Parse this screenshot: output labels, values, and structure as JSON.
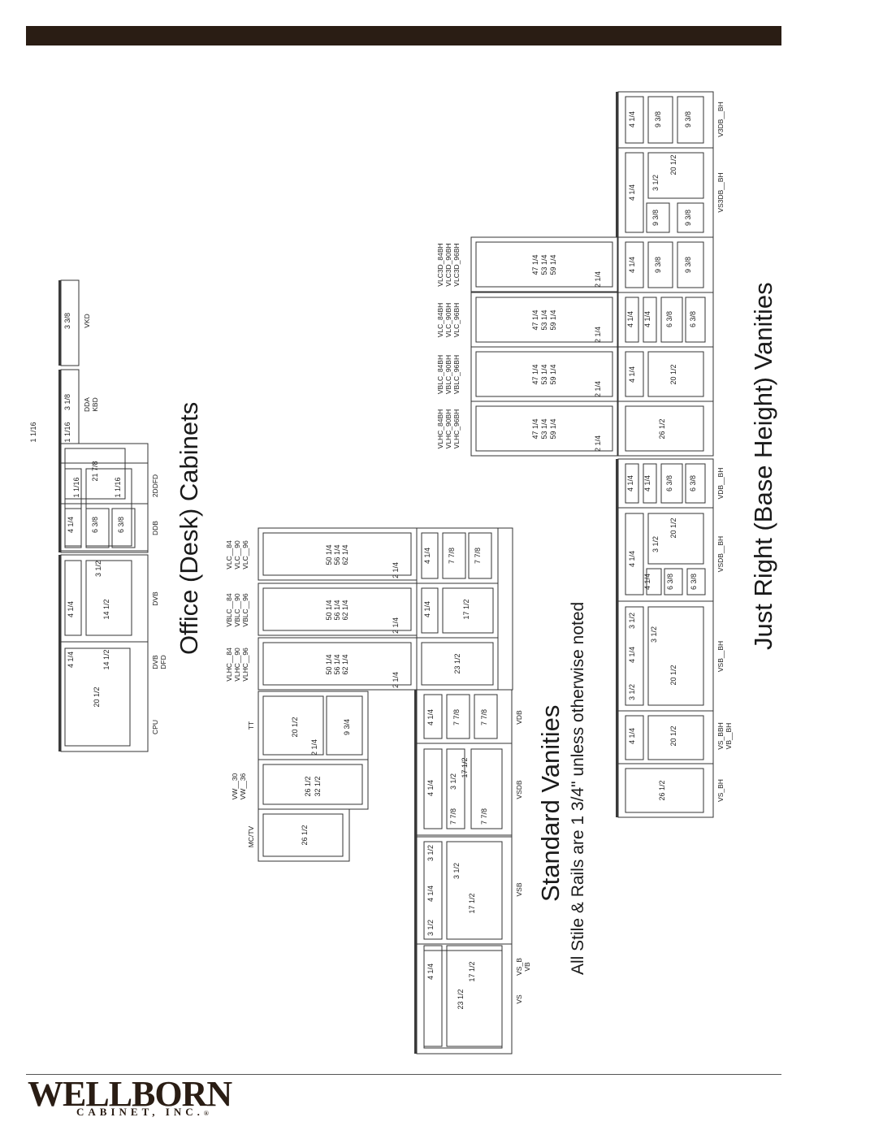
{
  "titles": {
    "office": "Office (Desk) Cabinets",
    "standard": "Standard Vanities",
    "note": "All Stile & Rails are 1 3/4\" unless otherwise noted",
    "just_right": "Just Right (Base Height) Vanities"
  },
  "brand": {
    "name": "WELLBORN",
    "sub": "CABINET, INC.",
    "registered": "®",
    "color": "#2a1d14"
  },
  "office": {
    "labels": {
      "cpu": [
        "CPU"
      ],
      "dvb": [
        "DVB",
        "DFD"
      ],
      "dvb2": [
        "DVB"
      ],
      "ddb": [
        "DDB"
      ],
      "ddfd": [
        "2DDFD"
      ],
      "dda": [
        "DDA",
        "KBD"
      ],
      "vkd": [
        "VKD"
      ],
      "mctv": [
        "MC/TV"
      ],
      "vw": [
        "VW__30",
        "VW__36"
      ],
      "tt": [
        "TT"
      ],
      "vlhc": [
        "VLHC__84",
        "VLHC__90",
        "VLHC__96"
      ],
      "vblc": [
        "VBLC__84",
        "VBLC__90",
        "VBLC__96"
      ],
      "vlc": [
        "VLC__84",
        "VLC__90",
        "VLC__96"
      ]
    },
    "dims": {
      "cpu": [
        "20 1/2"
      ],
      "dvb_a": [
        "4 1/4",
        "14 1/2"
      ],
      "dvb_b": [
        "4 1/4",
        "14 1/2",
        "3 1/2"
      ],
      "ddb": [
        "4 1/4",
        "6 3/8",
        "6 3/8"
      ],
      "ddfd": [
        "21 7/8",
        "1 1/16",
        "1 1/16"
      ],
      "dda": [
        "3 1/8",
        "1 1/16",
        "1 1/16"
      ],
      "vkd": [
        "3 3/8"
      ],
      "mctv": [
        "26 1/2"
      ],
      "vw": [
        "26 1/2",
        "32 1/2"
      ],
      "tt": [
        "20 1/2",
        "9 3/4",
        "2 1/4"
      ],
      "tall": [
        "50 1/4",
        "56 1/4",
        "62 1/4"
      ],
      "tall_gap": "2 1/4",
      "vlhc_lower": [
        "23 1/2"
      ],
      "vblc_lower": [
        "4 1/4",
        "17 1/2"
      ],
      "vlc_lower": [
        "4 1/4",
        "7 7/8",
        "7 7/8"
      ]
    }
  },
  "standard": {
    "labels": {
      "vs": [
        "VS"
      ],
      "vsb_": [
        "VS_B",
        "VB"
      ],
      "vsb": [
        "VSB"
      ],
      "vsdb": [
        "VSDB"
      ],
      "vdb": [
        "VDB"
      ]
    },
    "dims": {
      "vs": [
        "23 1/2"
      ],
      "vsb_": [
        "4 1/4",
        "17 1/2"
      ],
      "vsb": [
        "3 1/2",
        "4 1/4",
        "3 1/2",
        "17 1/2",
        "3 1/2"
      ],
      "vsdb": [
        "4 1/4",
        "7 7/8",
        "7 7/8",
        "3 1/2",
        "17 1/2"
      ],
      "vdb": [
        "4 1/4",
        "7 7/8",
        "7 7/8"
      ]
    }
  },
  "just_right": {
    "labels": {
      "vs_bh": [
        "VS_BH"
      ],
      "vs_bbh": [
        "VS_BBH",
        "VB__BH"
      ],
      "vsb_bh": [
        "VSB__BH"
      ],
      "vsdb_bh": [
        "VSDB__BH"
      ],
      "vdb_bh": [
        "VDB__BH"
      ],
      "vs3db_bh": [
        "VS3DB__BH"
      ],
      "v3db_bh": [
        "V3DB__BH"
      ],
      "vlhc_bh": [
        "VLHC_84BH",
        "VLHC_90BH",
        "VLHC_96BH"
      ],
      "vblc_bh": [
        "VBLC_84BH",
        "VBLC_90BH",
        "VBLC_96BH"
      ],
      "vlc_bh": [
        "VLC_84BH",
        "VLC_90BH",
        "VLC_96BH"
      ],
      "vlc3d_bh": [
        "VLC3D_84BH",
        "VLC3D_90BH",
        "VLC3D_96BH"
      ]
    },
    "dims": {
      "vs_bh": [
        "26 1/2"
      ],
      "vs_bbh": [
        "4 1/4",
        "20 1/2"
      ],
      "vsb_bh": [
        "3 1/2",
        "4 1/4",
        "3 1/2",
        "20 1/2",
        "3 1/2"
      ],
      "vsdb_bh": [
        "4 1/4",
        "4 1/4",
        "6 3/8",
        "6 3/8",
        "3 1/2",
        "20 1/2"
      ],
      "vdb_bh": [
        "4 1/4",
        "4 1/4",
        "6 3/8",
        "6 3/8"
      ],
      "vs3db_bh": [
        "4 1/4",
        "9 3/8",
        "9 3/8",
        "3 1/2",
        "20 1/2"
      ],
      "v3db_bh": [
        "4 1/4",
        "9 3/8",
        "9 3/8"
      ],
      "tall": [
        "47 1/4",
        "53 1/4",
        "59 1/4"
      ],
      "tall_gap": "2 1/4",
      "vlhc_lower": [
        "26 1/2"
      ],
      "vblc_lower": [
        "4 1/4",
        "20 1/2"
      ],
      "vlc_lower": [
        "4 1/4",
        "4 1/4",
        "6 3/8",
        "6 3/8"
      ],
      "vlc3d_lower": [
        "4 1/4",
        "9 3/8",
        "9 3/8"
      ]
    }
  }
}
